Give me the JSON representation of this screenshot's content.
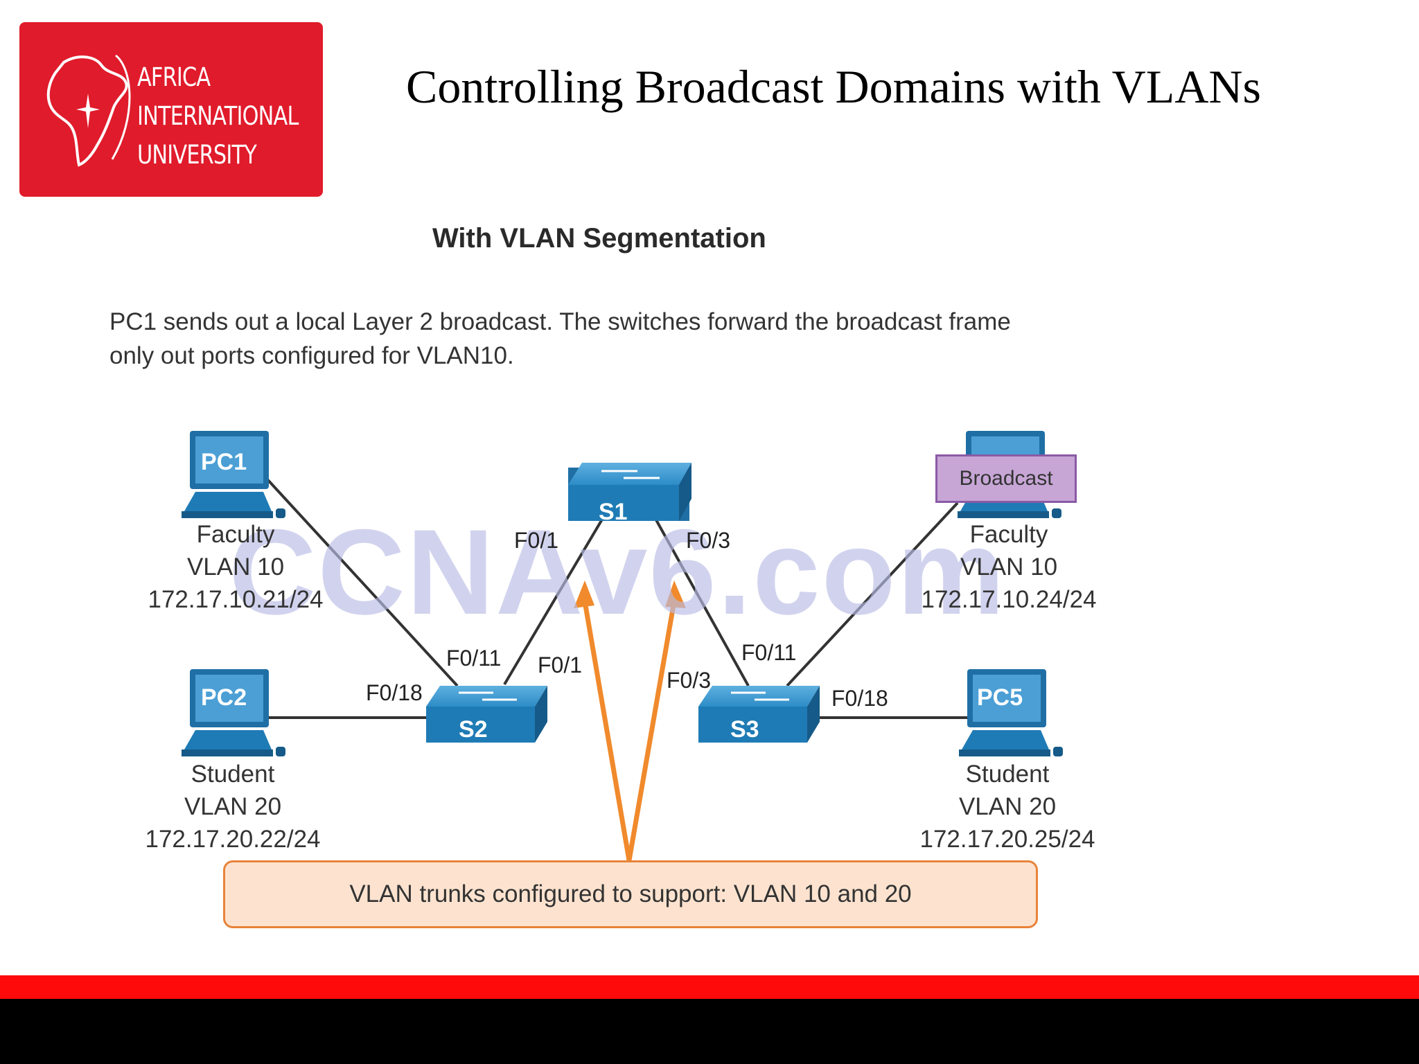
{
  "logo": {
    "lines": [
      "AFRICA",
      "INTERNATIONAL",
      "UNIVERSITY"
    ],
    "color": "#e01b2b"
  },
  "title": "Controlling Broadcast Domains with VLANs",
  "section_title": "With VLAN Segmentation",
  "description": {
    "line1": "PC1 sends out a local Layer 2 broadcast. The switches forward the broadcast frame",
    "line2": "only out ports configured for VLAN10."
  },
  "diagram": {
    "watermark": "CCNAv6.com",
    "switches": {
      "s1": "S1",
      "s2": "S2",
      "s3": "S3"
    },
    "hosts": {
      "pc1": {
        "name": "PC1",
        "role": "Faculty",
        "vlan": "VLAN 10",
        "ip": "172.17.10.21/24"
      },
      "pc2": {
        "name": "PC2",
        "role": "Student",
        "vlan": "VLAN 20",
        "ip": "172.17.20.22/24"
      },
      "pc4": {
        "badge": "Broadcast",
        "role": "Faculty",
        "vlan": "VLAN 10",
        "ip": "172.17.10.24/24"
      },
      "pc5": {
        "name": "PC5",
        "role": "Student",
        "vlan": "VLAN 20",
        "ip": "172.17.20.25/24"
      }
    },
    "ports": {
      "s1_left": "F0/1",
      "s1_right": "F0/3",
      "s2_f011": "F0/11",
      "s2_f01": "F0/1",
      "s2_f018": "F0/18",
      "s3_f03": "F0/3",
      "s3_f011": "F0/11",
      "s3_f018": "F0/18"
    },
    "trunk_note": "VLAN trunks configured to support: VLAN 10 and 20",
    "colors": {
      "switch": "#1f7bb5",
      "pc": "#2a84bf",
      "arrow": "#f08a2c",
      "broadcast": "#c7a6d6"
    }
  },
  "footer": {
    "red": "#ff0a0a",
    "black": "#000000"
  }
}
